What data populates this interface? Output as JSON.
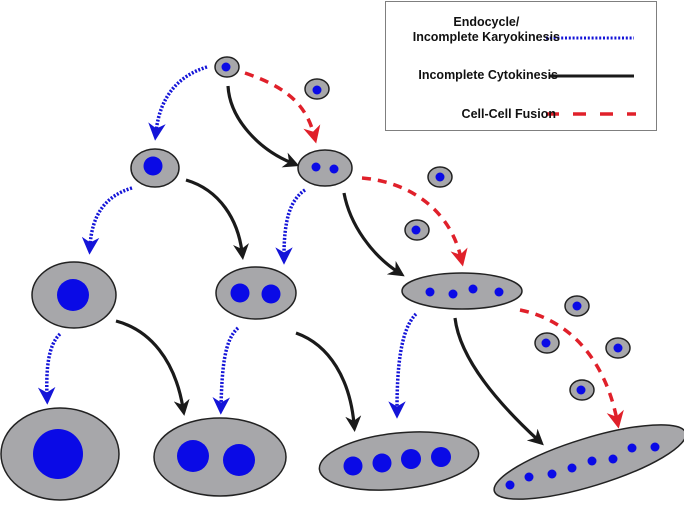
{
  "legend": {
    "items": [
      {
        "label_line1": "Endocycle/",
        "label_line2": "Incomplete Karyokinesis",
        "style": "dotted",
        "color": "#1414d8"
      },
      {
        "label": "Incomplete Cytokinesis",
        "style": "solid",
        "color": "#1a1a1a"
      },
      {
        "label": "Cell-Cell Fusion",
        "style": "dashed",
        "color": "#e0202a"
      }
    ]
  },
  "colors": {
    "cell_fill": "#a7a7aa",
    "cell_stroke": "#222222",
    "nucleus": "#0a0ae6",
    "endocycle": "#1414d8",
    "cytokinesis": "#1a1a1a",
    "fusion": "#e0202a"
  },
  "cells": [
    {
      "id": "origin",
      "nuclei": 1,
      "type": "diploid"
    },
    {
      "id": "fusion-donor-1",
      "nuclei": 1,
      "type": "diploid"
    },
    {
      "id": "endo-1",
      "nuclei": 1,
      "type": "polyploid-nucleus"
    },
    {
      "id": "binucleate-1",
      "nuclei": 2,
      "type": "multinucleate"
    },
    {
      "id": "endo-2",
      "nuclei": 1,
      "type": "polyploid-nucleus"
    },
    {
      "id": "binucleate-2",
      "nuclei": 2,
      "type": "multinucleate"
    },
    {
      "id": "tetranucleate",
      "nuclei": 4,
      "type": "multinucleate"
    },
    {
      "id": "endo-3",
      "nuclei": 1,
      "type": "polyploid-nucleus"
    },
    {
      "id": "binucleate-3",
      "nuclei": 2,
      "type": "multinucleate"
    },
    {
      "id": "tetranucleate-2",
      "nuclei": 4,
      "type": "multinucleate"
    },
    {
      "id": "octanucleate",
      "nuclei": 8,
      "type": "multinucleate"
    },
    {
      "id": "fusion-donors-2",
      "nuclei": 2,
      "type": "diploid"
    },
    {
      "id": "fusion-donors-3",
      "nuclei": 4,
      "type": "diploid"
    }
  ]
}
